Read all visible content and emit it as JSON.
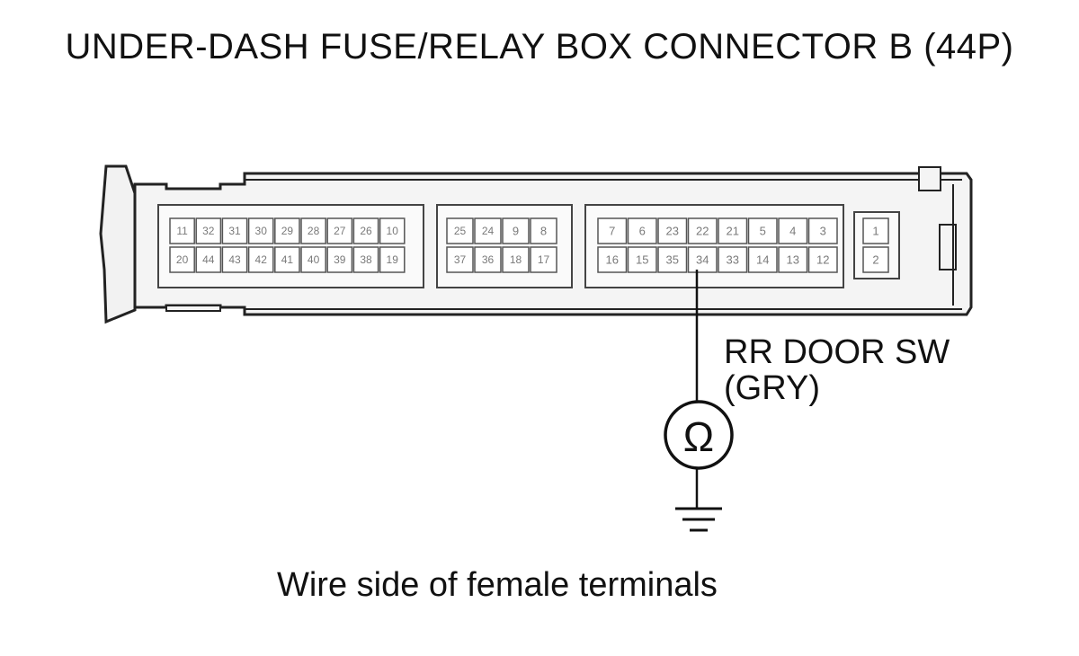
{
  "title": "UNDER-DASH FUSE/RELAY BOX CONNECTOR B (44P)",
  "caption": "Wire side of female terminals",
  "wire_label": {
    "line1": "RR DOOR SW",
    "line2": "(GRY)"
  },
  "meter_symbol": "Ω",
  "pins": {
    "block1": {
      "top": [
        "11",
        "32",
        "31",
        "30",
        "29",
        "28",
        "27",
        "26",
        "10"
      ],
      "bottom": [
        "20",
        "44",
        "43",
        "42",
        "41",
        "40",
        "39",
        "38",
        "19"
      ]
    },
    "block2": {
      "top": [
        "25",
        "24",
        "9",
        "8"
      ],
      "bottom": [
        "37",
        "36",
        "18",
        "17"
      ]
    },
    "block3": {
      "top": [
        "7",
        "6",
        "23",
        "22",
        "21",
        "5",
        "4",
        "3"
      ],
      "bottom": [
        "16",
        "15",
        "35",
        "34",
        "33",
        "14",
        "13",
        "12"
      ]
    },
    "block4": {
      "top": [
        "1"
      ],
      "bottom": [
        "2"
      ]
    }
  },
  "probed_pin": "34"
}
